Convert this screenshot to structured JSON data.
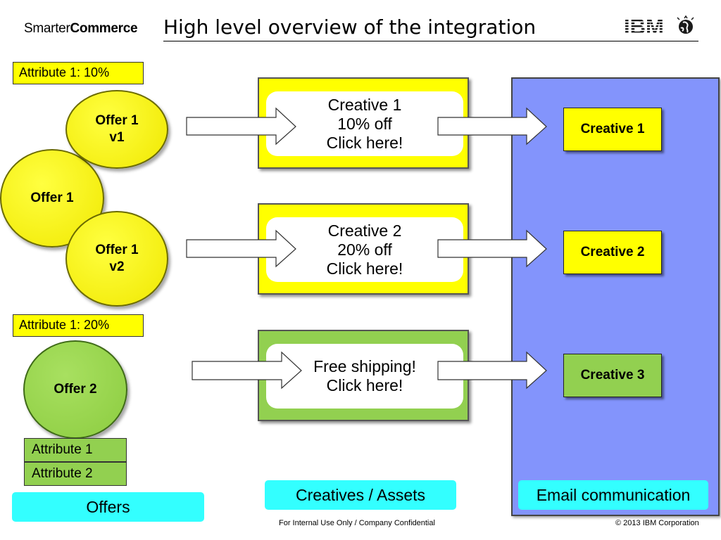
{
  "header": {
    "brand_light": "Smarter",
    "brand_bold": "Commerce",
    "title": "High level overview of the integration",
    "logo_text": "IBM"
  },
  "offers_section": {
    "attribute_10": "Attribute 1: 10%",
    "attribute_20": "Attribute 1: 20%",
    "offer1": "Offer 1",
    "offer1_v1": "Offer 1\nv1",
    "offer1_v2": "Offer 1\nv2",
    "offer2": "Offer 2",
    "attributes": [
      "Attribute 1",
      "Attribute 2"
    ],
    "caption": "Offers"
  },
  "creatives_section": {
    "creative1_text": "Creative 1\n10% off\nClick here!",
    "creative2_text": "Creative 2\n20% off\nClick here!",
    "creative3_text": "Free shipping!\nClick here!",
    "caption": "Creatives / Assets"
  },
  "email_section": {
    "creative_boxes": [
      "Creative 1",
      "Creative 2",
      "Creative 3"
    ],
    "caption": "Email communication"
  },
  "footer": {
    "confidential": "For Internal Use Only / Company Confidential",
    "copyright": "© 2013 IBM Corporation"
  },
  "colors": {
    "yellow": "#ffff00",
    "green": "#92d050",
    "blue_panel": "#8394fc",
    "cyan": "#33ffff"
  }
}
